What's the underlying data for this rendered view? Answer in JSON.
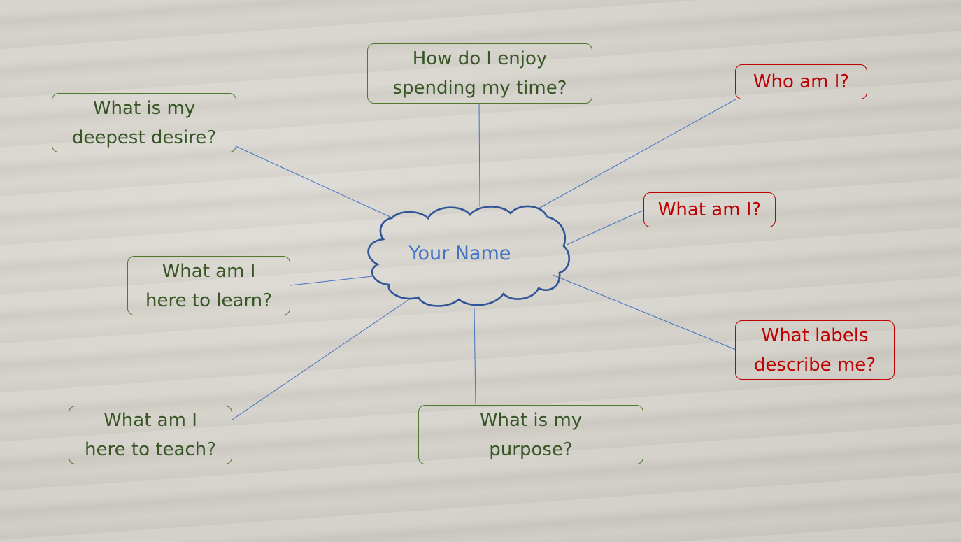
{
  "center": {
    "label": "Your Name"
  },
  "nodes": [
    {
      "id": "how-spend",
      "text": "How do I enjoy spending my time?",
      "lines": [
        "How do I enjoy",
        "spending my time?"
      ],
      "color": "green"
    },
    {
      "id": "deepest-desire",
      "text": "What is my deepest desire?",
      "lines": [
        "What is my",
        "deepest desire?"
      ],
      "color": "green"
    },
    {
      "id": "who-am-i",
      "text": "Who am I?",
      "lines": [
        "Who am I?"
      ],
      "color": "red"
    },
    {
      "id": "what-am-i",
      "text": "What am I?",
      "lines": [
        "What am I?"
      ],
      "color": "red"
    },
    {
      "id": "here-to-learn",
      "text": "What am I here to learn?",
      "lines": [
        "What am I",
        "here to learn?"
      ],
      "color": "green"
    },
    {
      "id": "labels",
      "text": "What labels describe me?",
      "lines": [
        "What labels",
        "describe me?"
      ],
      "color": "red"
    },
    {
      "id": "here-to-teach",
      "text": "What am I here to teach?",
      "lines": [
        "What am I",
        "here to teach?"
      ],
      "color": "green"
    },
    {
      "id": "purpose",
      "text": "What is my purpose?",
      "lines": [
        "What is my",
        "purpose?"
      ],
      "color": "green"
    }
  ],
  "colors": {
    "green_text": "#375623",
    "red_text": "#c00000",
    "connector": "#4472c4",
    "cloud_outline": "#2f5597",
    "center_text": "#4472c4"
  }
}
